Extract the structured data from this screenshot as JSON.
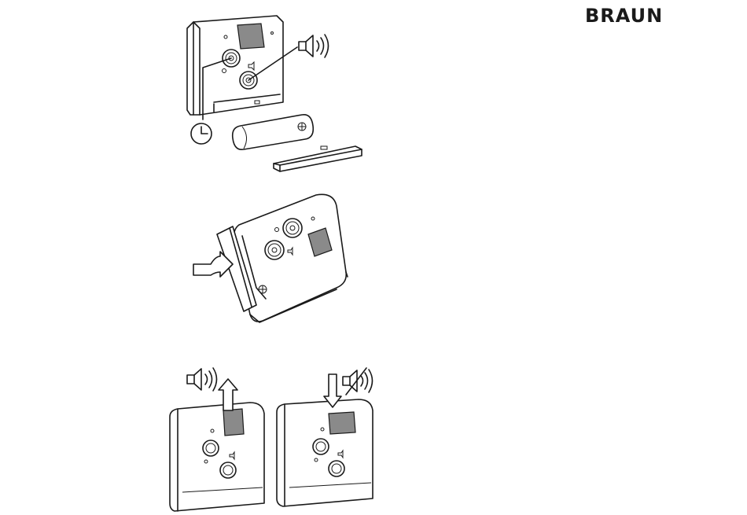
{
  "brand": {
    "name": "BRAUN"
  },
  "icons": {
    "speaker_on": "speaker-sound-on-icon",
    "speaker_off": "speaker-muted-icon",
    "clock": "clock-icon",
    "battery_plus": "plus-terminal-icon"
  },
  "figures": [
    {
      "id": "battery-insertion",
      "description_icons": [
        "clock-icon",
        "speaker-sound-on-icon"
      ]
    },
    {
      "id": "battery-cover-closing"
    },
    {
      "id": "alarm-on-off",
      "states": [
        "speaker-sound-on-icon",
        "speaker-muted-icon"
      ]
    }
  ]
}
